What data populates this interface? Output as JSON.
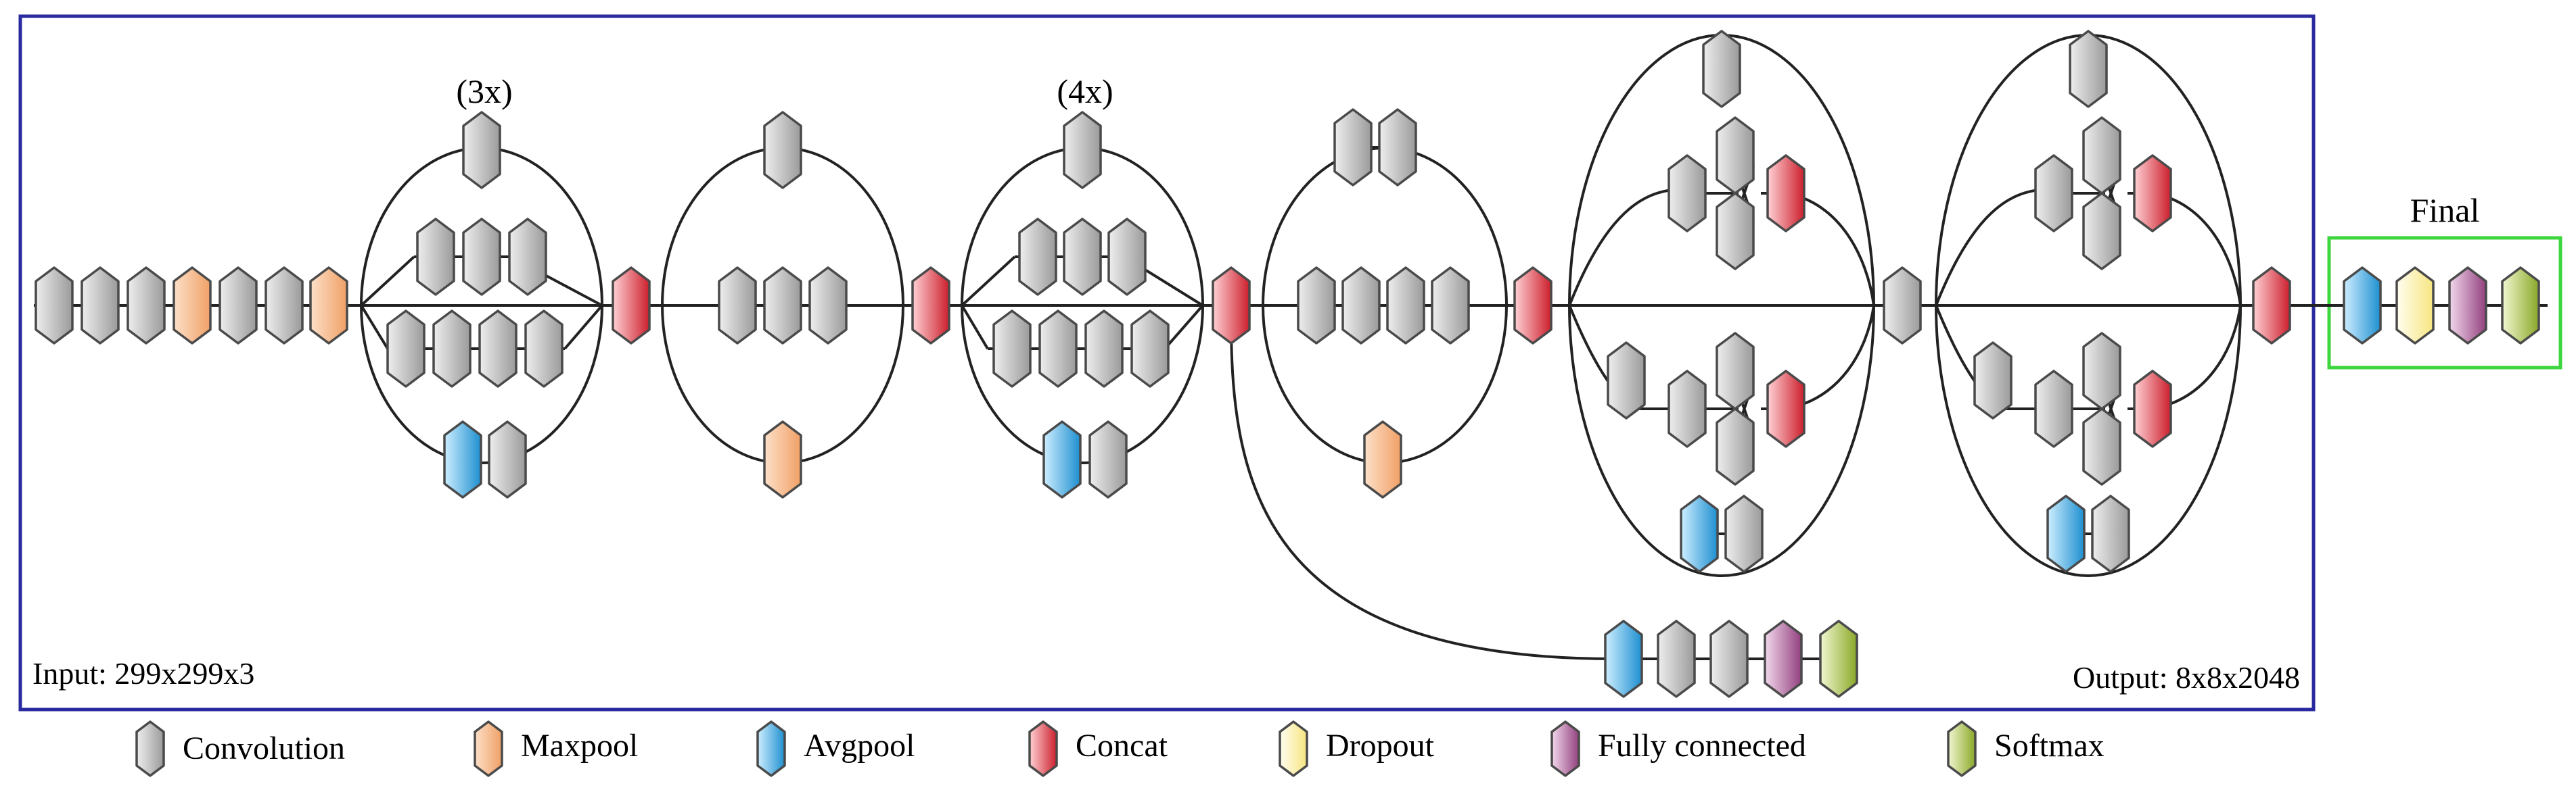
{
  "labels": {
    "repeat_3x": "(3x)",
    "repeat_4x": "(4x)",
    "final": "Final",
    "input": "Input: 299x299x3",
    "output": "Output: 8x8x2048"
  },
  "legend": {
    "items": [
      {
        "id": "conv",
        "label": "Convolution"
      },
      {
        "id": "maxpool",
        "label": "Maxpool"
      },
      {
        "id": "avgpool",
        "label": "Avgpool"
      },
      {
        "id": "concat",
        "label": "Concat"
      },
      {
        "id": "dropout",
        "label": "Dropout"
      },
      {
        "id": "fc",
        "label": "Fully connected"
      },
      {
        "id": "softmax",
        "label": "Softmax"
      }
    ]
  },
  "colors": {
    "conv": "#b8b8b8",
    "maxpool": "#f4b183",
    "avgpool": "#3fa9dd",
    "concat": "#d9303a",
    "dropout": "#fff2a8",
    "fc": "#b0609c",
    "softmax": "#a9c23f",
    "main_frame": "#2a2aa0",
    "final_frame": "#3ed63e",
    "line": "#222222"
  }
}
